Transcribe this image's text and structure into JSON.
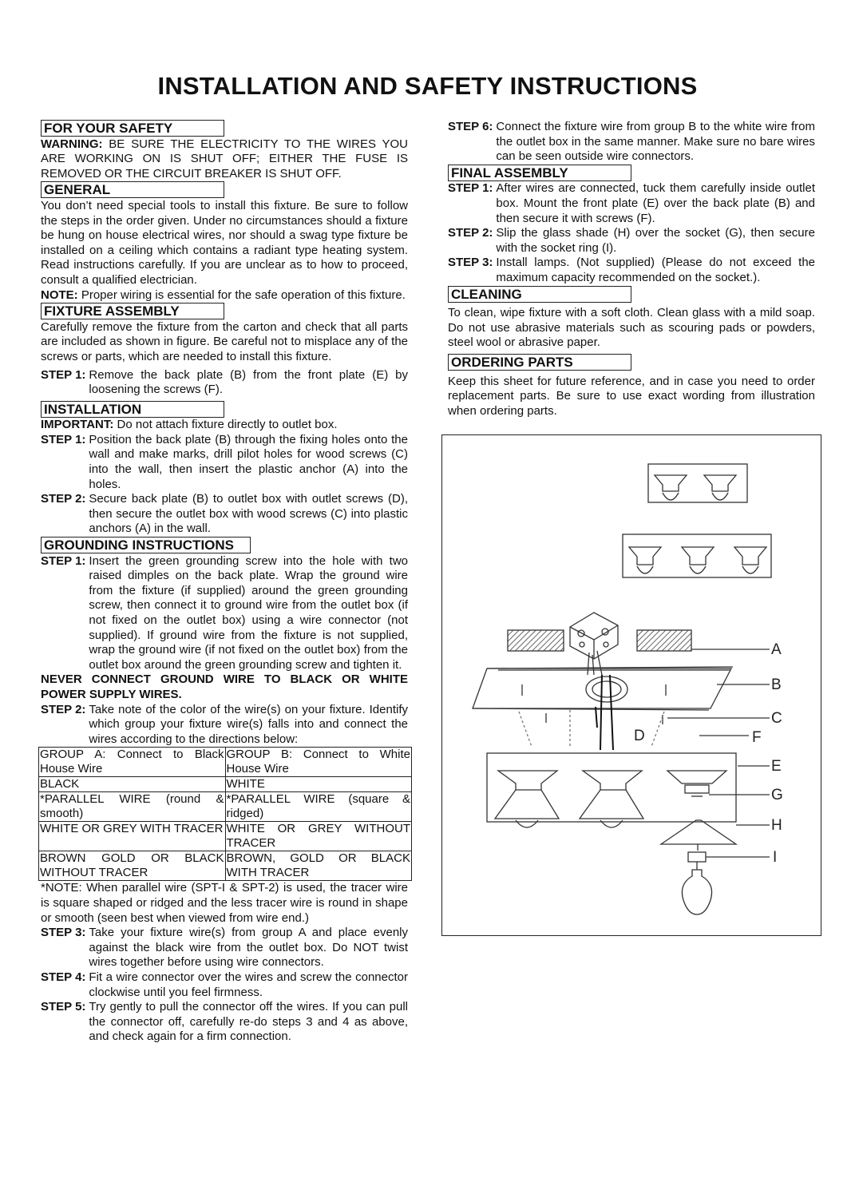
{
  "title": "INSTALLATION AND SAFETY INSTRUCTIONS",
  "safety": {
    "header": "FOR YOUR SAFETY",
    "warning_label": "WARNING:",
    "warning_text": " BE SURE THE ELECTRICITY TO THE WIRES YOU ARE WORKING ON IS SHUT OFF; EITHER THE FUSE IS REMOVED OR THE CIRCUIT BREAKER IS SHUT OFF."
  },
  "general": {
    "header": "GENERAL",
    "text": "You don’t need special tools to install this fixture. Be sure to follow the steps in the order given. Under no circumstances should a fixture be hung on house electrical wires, nor should a swag type fixture be installed on a ceiling which contains a radiant type heating system. Read instructions carefully. If you are unclear as to how to proceed, consult a qualified electrician.",
    "note_label": "NOTE:",
    "note_text": " Proper wiring is essential for the safe operation of this fixture."
  },
  "fixture_assembly": {
    "header": "FIXTURE ASSEMBLY",
    "text": "Carefully remove the fixture from the carton and check that all parts are included as shown in figure. Be careful not to misplace any of the screws or parts, which are needed to install this fixture.",
    "step1_label": "STEP 1:",
    "step1_text": "Remove the back plate (B) from the front plate (E) by loosening the screws (F)."
  },
  "installation": {
    "header": "INSTALLATION",
    "important_label": "IMPORTANT:",
    "important_text": " Do not attach fixture directly to outlet box.",
    "step1_label": "STEP 1:",
    "step1_text": "Position the back plate (B) through the fixing holes onto the wall and make marks, drill pilot holes for wood screws (C) into the wall, then insert the plastic anchor (A) into the holes.",
    "step2_label": "STEP 2:",
    "step2_text": "Secure back plate (B) to outlet box with outlet screws (D), then secure the outlet box with wood screws (C) into plastic anchors (A) in the wall."
  },
  "grounding": {
    "header": "GROUNDING INSTRUCTIONS",
    "step1_label": "STEP 1:",
    "step1_text": "Insert the green grounding screw into the hole with two raised dimples on the back plate. Wrap the ground wire from the fixture (if supplied) around the green grounding screw, then connect it to ground wire from the outlet box (if not fixed on the outlet box) using a wire connector (not supplied). If ground wire from the fixture is not supplied, wrap the ground wire (if not fixed on the outlet box) from the outlet box around the green grounding screw and tighten it.",
    "never_text": "NEVER CONNECT GROUND WIRE TO BLACK OR WHITE POWER SUPPLY WIRES.",
    "step2_label": "STEP 2:",
    "step2_text": "Take note of the color of the wire(s) on your fixture. Identify which group your fixture wire(s) falls into and connect the wires according to the directions below:",
    "table": [
      [
        "GROUP A: Connect to Black House Wire",
        "GROUP B: Connect to White House Wire"
      ],
      [
        "BLACK",
        "WHITE"
      ],
      [
        "*PARALLEL WIRE (round & smooth)",
        "*PARALLEL WIRE (square & ridged)"
      ],
      [
        "WHITE OR GREY WITH TRACER",
        "WHITE OR GREY WITHOUT TRACER"
      ],
      [
        "BROWN GOLD OR BLACK WITHOUT TRACER",
        "BROWN, GOLD OR BLACK WITH TRACER"
      ]
    ],
    "note_text": "*NOTE: When parallel wire (SPT-I & SPT-2) is used, the tracer wire is square shaped or ridged and the less tracer wire is round in shape or smooth (seen best when viewed from wire end.)",
    "step3_label": "STEP 3:",
    "step3_text": "Take your fixture wire(s) from group A and place evenly against the black wire from the outlet box. Do NOT twist wires together before using wire connectors.",
    "step4_label": "STEP 4:",
    "step4_text": "Fit a wire connector over the wires and screw the connector clockwise until you feel firmness.",
    "step5_label": "STEP 5:",
    "step5_text": "Try gently to pull the connector off the wires. If you can pull the connector off, carefully re-do steps 3 and 4 as above, and check again for a firm connection.",
    "step6_label": "STEP 6:",
    "step6_text": "Connect the fixture wire from group B to the white wire from the outlet box in the same manner. Make sure no bare wires can be seen outside wire connectors."
  },
  "final_assembly": {
    "header": "FINAL ASSEMBLY",
    "step1_label": "STEP 1:",
    "step1_text": "After wires are connected, tuck them carefully inside outlet box. Mount the front plate (E) over the back plate (B) and then secure it with screws (F).",
    "step2_label": "STEP 2:",
    "step2_text": "Slip the glass shade (H) over the socket (G), then secure with the socket ring (I).",
    "step3_label": "STEP 3:",
    "step3_text": "Install lamps. (Not supplied) (Please do not exceed the maximum capacity recommended on the socket.)."
  },
  "cleaning": {
    "header": "CLEANING",
    "text": "To clean, wipe fixture with a soft cloth. Clean glass with a mild soap. Do not use abrasive materials such as scouring pads or powders, steel wool or abrasive paper."
  },
  "ordering": {
    "header": "ORDERING PARTS",
    "text": "Keep this sheet for future reference, and in case you need to order replacement parts. Be sure to use exact wording from illustration when ordering parts."
  },
  "diagram": {
    "labels": [
      "A",
      "B",
      "C",
      "D",
      "E",
      "F",
      "G",
      "H",
      "I"
    ]
  }
}
